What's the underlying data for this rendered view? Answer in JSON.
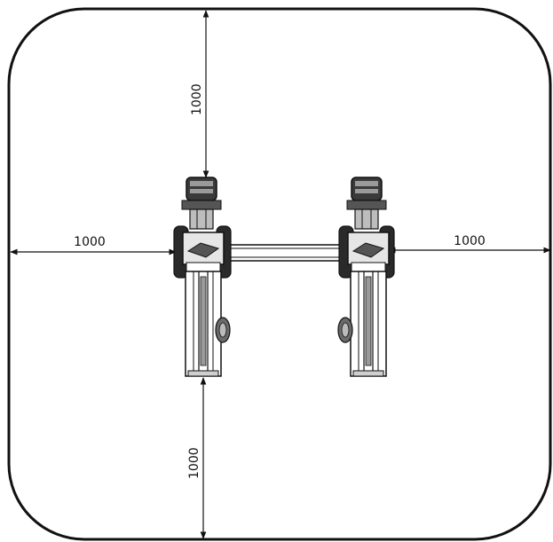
{
  "diagram": {
    "dimensions": {
      "top": "1000",
      "left": "1000",
      "right": "1000",
      "bottom": "1000"
    }
  },
  "colors": {
    "line": "#111111",
    "equipment_dark": "#2a2a2a",
    "equipment_mid": "#777777",
    "equipment_light": "#d8d8d8",
    "background": "#ffffff"
  }
}
